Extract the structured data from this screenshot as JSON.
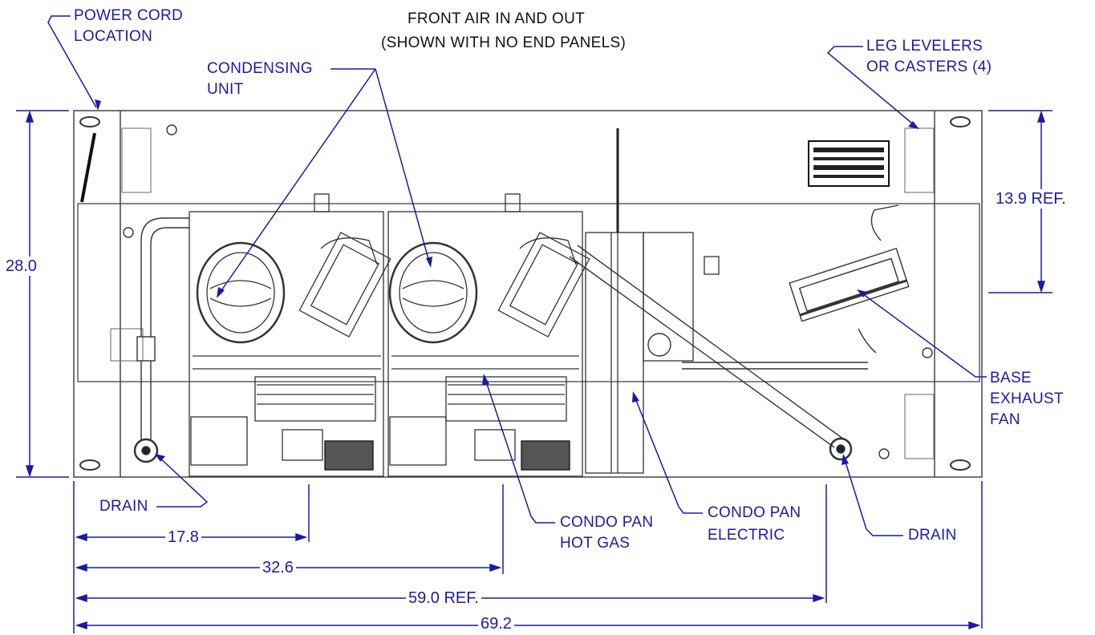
{
  "title": {
    "line1": "FRONT AIR IN AND OUT",
    "line2": "(SHOWN WITH NO END PANELS)"
  },
  "callouts": {
    "power_cord": [
      "POWER CORD",
      "LOCATION"
    ],
    "condensing_unit": [
      "CONDENSING",
      "UNIT"
    ],
    "leg_levelers": [
      "LEG LEVELERS",
      "OR CASTERS (4)"
    ],
    "base_exhaust_fan": [
      "BASE",
      "EXHAUST",
      "FAN"
    ],
    "drain_left": "DRAIN",
    "drain_right": "DRAIN",
    "condo_pan_hot_gas": [
      "CONDO PAN",
      "HOT GAS"
    ],
    "condo_pan_electric": [
      "CONDO PAN",
      "ELECTRIC"
    ]
  },
  "dimensions": {
    "height": "28.0",
    "fan_ref": "13.9 REF.",
    "d1": "17.8",
    "d2": "32.6",
    "d3": "59.0 REF.",
    "overall": "69.2"
  },
  "colors": {
    "annotation": "#1a1aa8",
    "linework": "#2a2a2a"
  }
}
